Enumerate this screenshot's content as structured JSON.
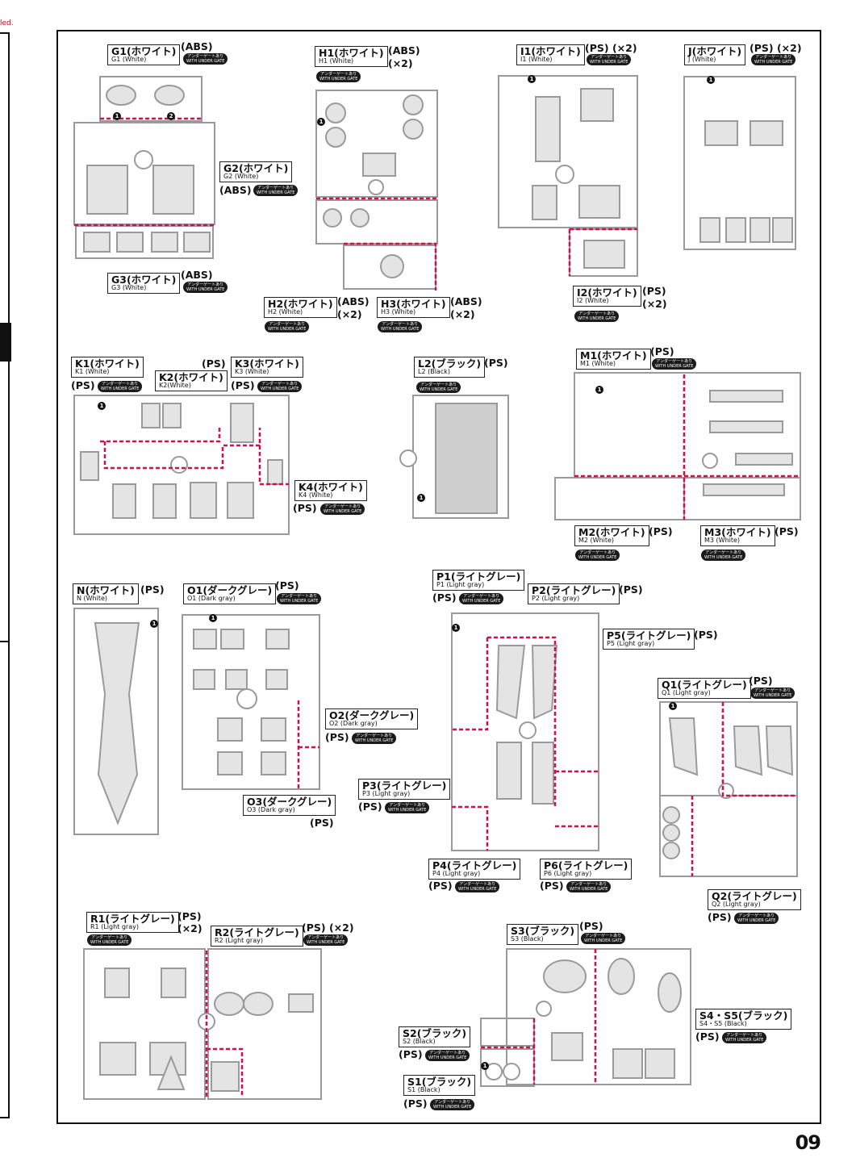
{
  "page": {
    "number": "09",
    "edge_text": "led."
  },
  "underGate": {
    "line1": "アンダーゲートあり",
    "line2": "WITH UNDER GATE"
  },
  "materials": {
    "abs": "(ABS)",
    "ps": "(PS)",
    "ps_x2": "(PS) (×2)",
    "abs_x2": "(×2)",
    "x2": "(×2)"
  },
  "labels": {
    "G1": {
      "jp": "G1(ホワイト)",
      "en": "G1 (White)"
    },
    "G2": {
      "jp": "G2(ホワイト)",
      "en": "G2 (White)"
    },
    "G3": {
      "jp": "G3(ホワイト)",
      "en": "G3 (White)"
    },
    "H1": {
      "jp": "H1(ホワイト)",
      "en": "H1 (White)"
    },
    "H2": {
      "jp": "H2(ホワイト)",
      "en": "H2 (White)"
    },
    "H3": {
      "jp": "H3(ホワイト)",
      "en": "H3 (White)"
    },
    "I1": {
      "jp": "I1(ホワイト)",
      "en": "I1 (White)"
    },
    "I2": {
      "jp": "I2(ホワイト)",
      "en": "I2 (White)"
    },
    "J": {
      "jp": "J(ホワイト)",
      "en": "J (White)"
    },
    "K1": {
      "jp": "K1(ホワイト)",
      "en": "K1 (White)"
    },
    "K2": {
      "jp": "K2(ホワイト)",
      "en": "K2(White)"
    },
    "K3": {
      "jp": "K3(ホワイト)",
      "en": "K3 (White)"
    },
    "K4": {
      "jp": "K4(ホワイト)",
      "en": "K4 (White)"
    },
    "L2": {
      "jp": "L2(ブラック)",
      "en": "L2 (Black)"
    },
    "M1": {
      "jp": "M1(ホワイト)",
      "en": "M1 (White)"
    },
    "M2": {
      "jp": "M2(ホワイト)",
      "en": "M2 (White)"
    },
    "M3": {
      "jp": "M3(ホワイト)",
      "en": "M3 (White)"
    },
    "N": {
      "jp": "N(ホワイト)",
      "en": "N (White)"
    },
    "O1": {
      "jp": "O1(ダークグレー)",
      "en": "O1 (Dark gray)"
    },
    "O2": {
      "jp": "O2(ダークグレー)",
      "en": "O2 (Dark gray)"
    },
    "O3": {
      "jp": "O3(ダークグレー)",
      "en": "O3 (Dark gray)"
    },
    "P1": {
      "jp": "P1(ライトグレー)",
      "en": "P1 (Light gray)"
    },
    "P2": {
      "jp": "P2(ライトグレー)",
      "en": "P2 (Light gray)"
    },
    "P3": {
      "jp": "P3(ライトグレー)",
      "en": "P3 (Light gray)"
    },
    "P4": {
      "jp": "P4(ライトグレー)",
      "en": "P4 (Light gray)"
    },
    "P5": {
      "jp": "P5(ライトグレー)",
      "en": "P5 (Light gray)"
    },
    "P6": {
      "jp": "P6(ライトグレー)",
      "en": "P6 (Light gray)"
    },
    "Q1": {
      "jp": "Q1(ライトグレー)",
      "en": "Q1 (Light gray)"
    },
    "Q2": {
      "jp": "Q2(ライトグレー)",
      "en": "Q2 (Light gray)"
    },
    "R1": {
      "jp": "R1(ライトグレー)",
      "en": "R1 (Light gray)"
    },
    "R2": {
      "jp": "R2(ライトグレー)",
      "en": "R2 (Light gray)"
    },
    "S1": {
      "jp": "S1(ブラック)",
      "en": "S1 (Black)"
    },
    "S2": {
      "jp": "S2(ブラック)",
      "en": "S2 (Black)"
    },
    "S3": {
      "jp": "S3(ブラック)",
      "en": "S3 (Black)"
    },
    "S45": {
      "jp": "S4・S5(ブラック)",
      "en": "S4・S5 (Black)"
    }
  },
  "colors": {
    "runner_stroke": "#9a9a9a",
    "runner_fill": "#e4e4e4",
    "gate_line": "#d0104c",
    "frame": "#111111"
  }
}
